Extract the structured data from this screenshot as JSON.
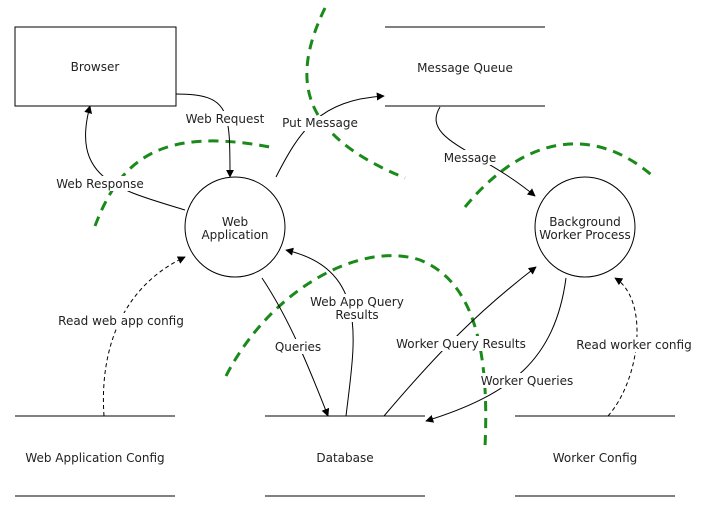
{
  "nodes": {
    "browser": "Browser",
    "message_queue": "Message Queue",
    "web_application": [
      "Web",
      "Application"
    ],
    "background_worker": [
      "Background",
      "Worker Process"
    ],
    "web_app_config": "Web Application Config",
    "database": "Database",
    "worker_config": "Worker Config"
  },
  "flows": {
    "web_request": "Web Request",
    "web_response": "Web Response",
    "put_message": "Put Message",
    "message": "Message",
    "read_web_app_config": "Read web app config",
    "queries": "Queries",
    "web_app_query_results": [
      "Web App Query",
      "Results"
    ],
    "worker_query_results": "Worker Query Results",
    "worker_queries": "Worker Queries",
    "read_worker_config": "Read worker config"
  },
  "colors": {
    "stroke": "#000000",
    "trust_boundary": "#1a8a1a",
    "text": "#222222"
  }
}
